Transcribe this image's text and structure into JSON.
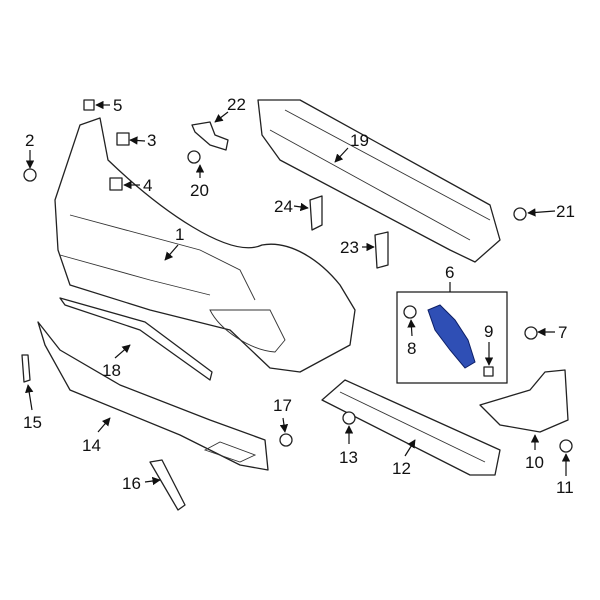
{
  "callouts": {
    "c1": "1",
    "c2": "2",
    "c3": "3",
    "c4": "4",
    "c5": "5",
    "c6": "6",
    "c7": "7",
    "c8": "8",
    "c9": "9",
    "c10": "10",
    "c11": "11",
    "c12": "12",
    "c13": "13",
    "c14": "14",
    "c15": "15",
    "c16": "16",
    "c17": "17",
    "c18": "18",
    "c19": "19",
    "c20": "20",
    "c21": "21",
    "c22": "22",
    "c23": "23",
    "c24": "24"
  },
  "colors": {
    "highlight": "#2f4fb5",
    "line": "#222222"
  }
}
